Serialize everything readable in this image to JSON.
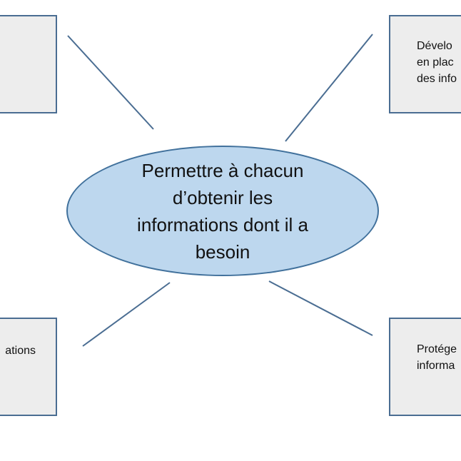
{
  "colors": {
    "background": "#ffffff",
    "box_fill": "#ededed",
    "box_border": "#4a6d92",
    "ellipse_fill": "#bdd7ee",
    "ellipse_border": "#41719c",
    "connector": "#4a6d92"
  },
  "center": {
    "lines": [
      "Permettre à chacun",
      "d’obtenir les",
      "informations dont il a",
      "besoin"
    ]
  },
  "boxes": {
    "top_left": {
      "lines": []
    },
    "top_right": {
      "lines": [
        "Dévelo",
        "en plac",
        "des info"
      ]
    },
    "bottom_left": {
      "lines": [
        "ations"
      ]
    },
    "bottom_right": {
      "lines": [
        "Protége",
        "informa"
      ]
    }
  }
}
